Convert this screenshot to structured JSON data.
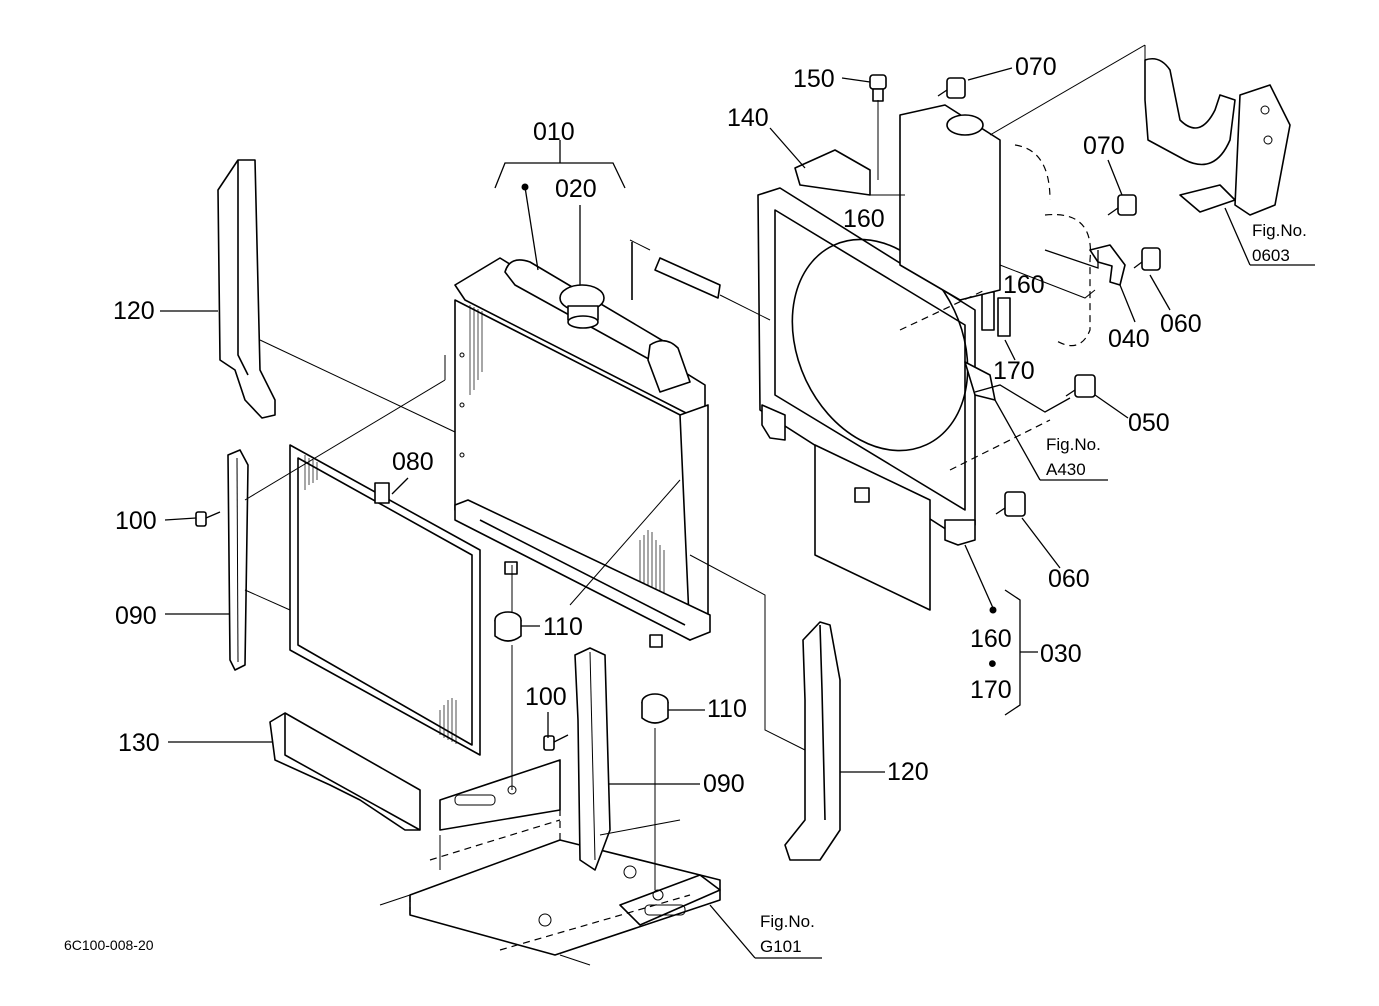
{
  "diagram": {
    "doc_id": "6C100-008-20",
    "callouts": {
      "c010": "010",
      "c020": "020",
      "c030": "030",
      "c040": "040",
      "c050": "050",
      "c060a": "060",
      "c060b": "060",
      "c070a": "070",
      "c070b": "070",
      "c080": "080",
      "c090a": "090",
      "c090b": "090",
      "c100a": "100",
      "c100b": "100",
      "c110a": "110",
      "c110b": "110",
      "c120a": "120",
      "c120b": "120",
      "c130": "130",
      "c140": "140",
      "c150": "150",
      "c160a": "160",
      "c160b": "160",
      "c160c": "160",
      "c170a": "170",
      "c170b": "170",
      "c_dot": "•"
    },
    "fig_refs": [
      {
        "label": "Fig.No.",
        "number": "0603"
      },
      {
        "label": "Fig.No.",
        "number": "A430"
      },
      {
        "label": "Fig.No.",
        "number": "G101"
      }
    ]
  }
}
